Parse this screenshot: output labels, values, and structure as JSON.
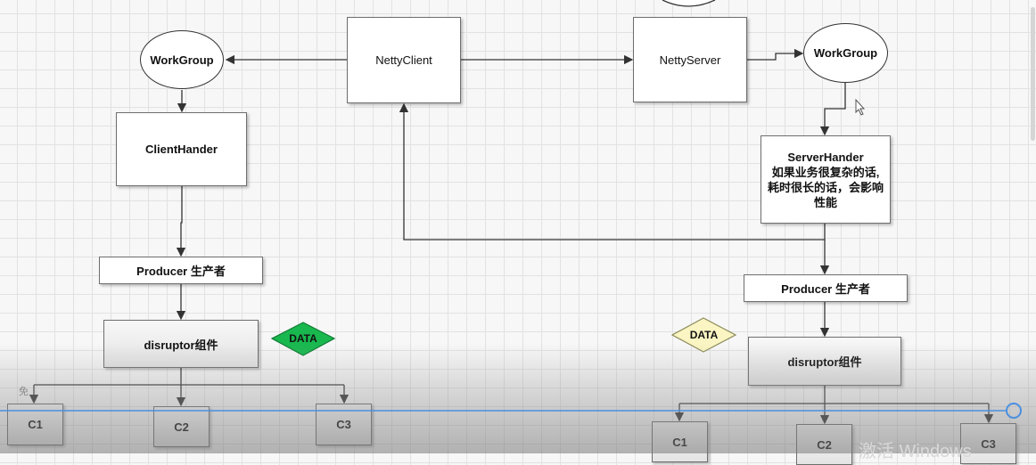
{
  "nodes": {
    "client_workgroup": "WorkGroup",
    "netty_client": "NettyClient",
    "netty_server": "NettyServer",
    "server_workgroup": "WorkGroup",
    "client_hander": "ClientHander",
    "server_hander_title": "ServerHander",
    "server_hander_note": [
      "如果业务很复杂的话,",
      "耗时很长的话，会影响",
      "性能"
    ],
    "client_producer": "Producer 生产者",
    "server_producer": "Producer 生产者",
    "client_disruptor": "disruptor组件",
    "server_disruptor": "disruptor组件",
    "client_consumers": [
      "C1",
      "C2",
      "C3"
    ],
    "server_consumers": [
      "C1",
      "C2",
      "C3"
    ]
  },
  "badges": {
    "data_green": "DATA",
    "data_yellow": "DATA"
  },
  "colors": {
    "data_green_fill": "#19b84f",
    "data_yellow_fill": "#faf5c2",
    "guide_line": "#4a8fe0"
  },
  "overlay": {
    "small_glyph": "免",
    "watermark": "激活 Windows"
  }
}
